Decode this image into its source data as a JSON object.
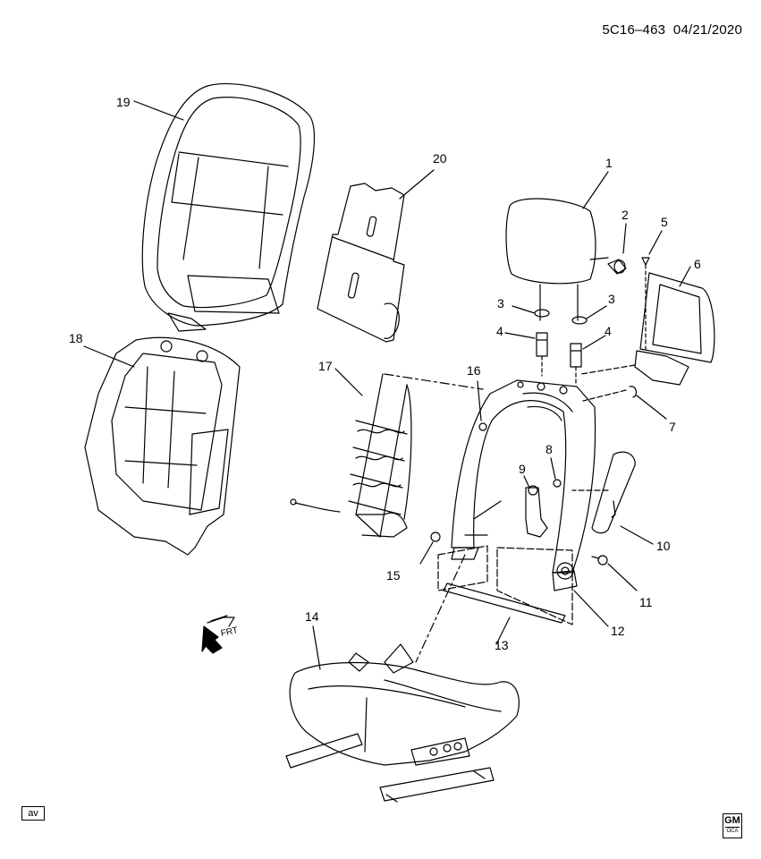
{
  "header": {
    "code": "5C16–463",
    "date": "04/21/2020"
  },
  "callouts": [
    {
      "id": "c1",
      "label": "1"
    },
    {
      "id": "c2",
      "label": "2"
    },
    {
      "id": "c3a",
      "label": "3"
    },
    {
      "id": "c3b",
      "label": "3"
    },
    {
      "id": "c4a",
      "label": "4"
    },
    {
      "id": "c4b",
      "label": "4"
    },
    {
      "id": "c5",
      "label": "5"
    },
    {
      "id": "c6",
      "label": "6"
    },
    {
      "id": "c7",
      "label": "7"
    },
    {
      "id": "c8",
      "label": "8"
    },
    {
      "id": "c9",
      "label": "9"
    },
    {
      "id": "c10",
      "label": "10"
    },
    {
      "id": "c11",
      "label": "11"
    },
    {
      "id": "c12",
      "label": "12"
    },
    {
      "id": "c13",
      "label": "13"
    },
    {
      "id": "c14",
      "label": "14"
    },
    {
      "id": "c15",
      "label": "15"
    },
    {
      "id": "c16",
      "label": "16"
    },
    {
      "id": "c17",
      "label": "17"
    },
    {
      "id": "c18",
      "label": "18"
    },
    {
      "id": "c19",
      "label": "19"
    },
    {
      "id": "c20",
      "label": "20"
    }
  ],
  "direction_arrow": {
    "label": "FRT"
  },
  "footer": {
    "left_tag": "av",
    "logo_text": "GM",
    "logo_sub": "OCA"
  }
}
